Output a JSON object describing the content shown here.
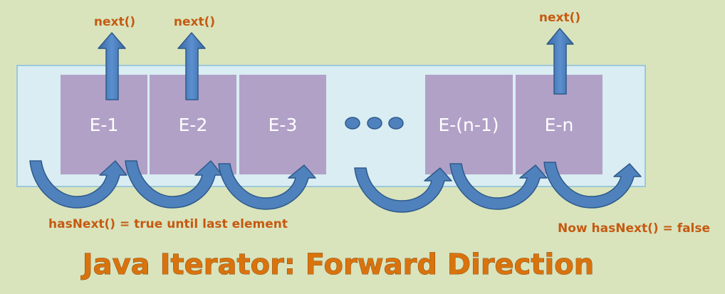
{
  "colors": {
    "background": "#d9e4bd",
    "container_fill": "#daedf3",
    "container_border": "#9cc8d8",
    "element_fill": "#b1a1c7",
    "arrow_fill": "#4f81bd",
    "arrow_stroke": "#2e5a8a",
    "label_orange": "#c55a11",
    "title_orange": "#d9730d"
  },
  "elements": [
    {
      "label": "E-1",
      "has_next_arrow": true
    },
    {
      "label": "E-2",
      "has_next_arrow": true
    },
    {
      "label": "E-3",
      "has_next_arrow": false
    },
    {
      "label": "E-(n-1)",
      "has_next_arrow": false
    },
    {
      "label": "E-n",
      "has_next_arrow": true
    }
  ],
  "next_call_label": "next()",
  "ellipsis_dot_count": 3,
  "has_next_note": "hasNext() = true until last element",
  "end_note": "Now hasNext() = false",
  "title": "Java Iterator: Forward Direction",
  "icons": {
    "up_arrow": "up-arrow-icon",
    "curved_arrow": "curved-arrow-icon",
    "ellipsis": "ellipsis-dot-icon"
  }
}
